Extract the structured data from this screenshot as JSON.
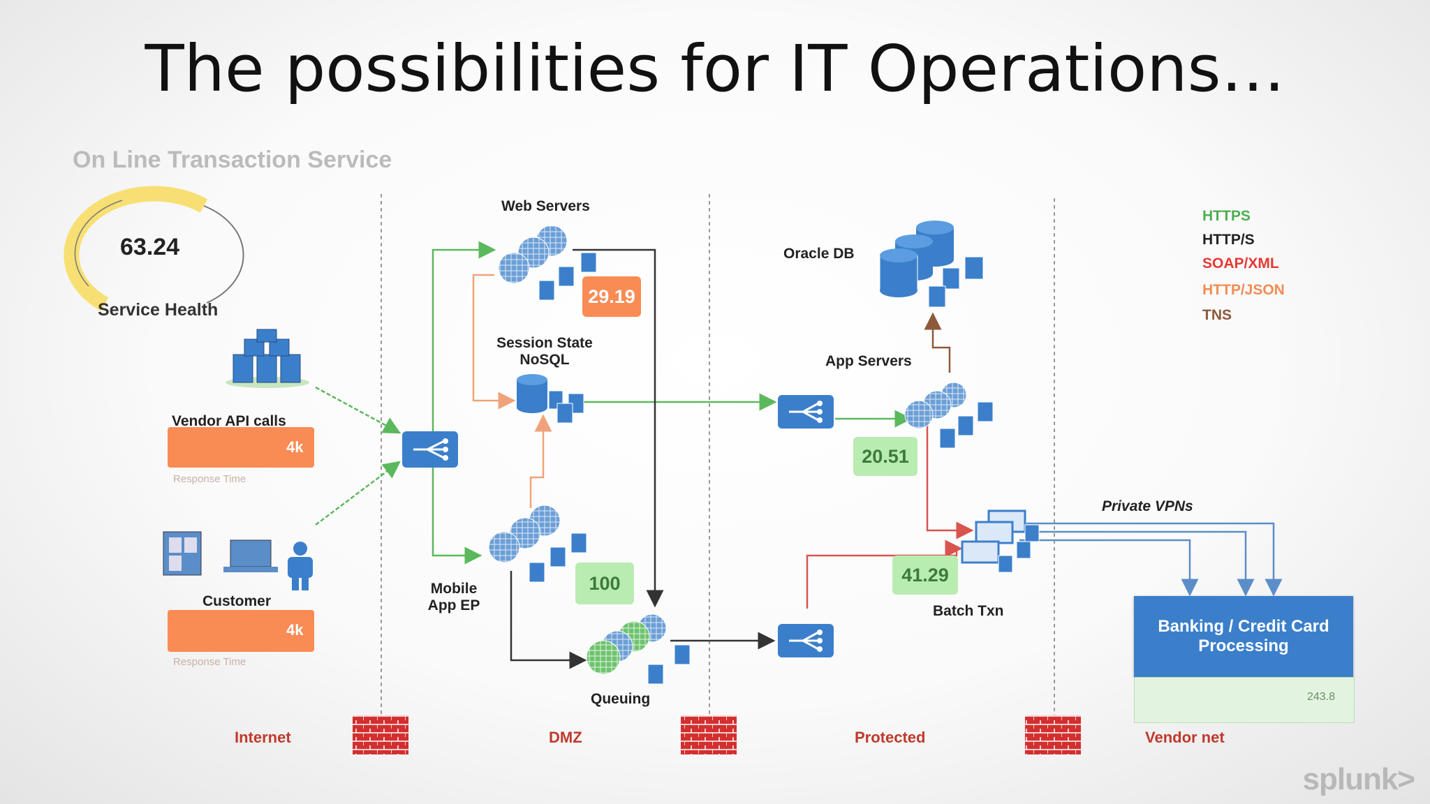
{
  "slide": {
    "title": "The possibilities for IT Operations…"
  },
  "service": {
    "title": "On Line Transaction Service",
    "health_value": "63.24",
    "health_label": "Service Health"
  },
  "nodes": {
    "web_servers": "Web Servers",
    "session_state": "Session State\nNoSQL",
    "oracle_db": "Oracle DB",
    "app_servers": "App Servers",
    "mobile_app_ep": "Mobile\nApp EP",
    "queuing": "Queuing",
    "batch_txn": "Batch Txn",
    "private_vpns": "Private VPNs",
    "banking": "Banking / Credit Card\nProcessing",
    "vendor_api": "Vendor API calls",
    "customer": "Customer"
  },
  "metrics": {
    "web_servers": "29.19",
    "app_servers": "20.51",
    "mobile": "100",
    "batch": "41.29",
    "vendor_net_spark": "243.8"
  },
  "sparklines": {
    "vendor_api": {
      "value": "4k",
      "caption": "Response Time"
    },
    "customer": {
      "value": "4k",
      "caption": "Response Time"
    }
  },
  "legend": [
    {
      "label": "HTTPS",
      "color": "#4caf50"
    },
    {
      "label": "HTTP/S",
      "color": "#222222"
    },
    {
      "label": "SOAP/XML",
      "color": "#e53935"
    },
    {
      "label": "HTTP/JSON",
      "color": "#f28c55"
    },
    {
      "label": "TNS",
      "color": "#8d5a3b"
    }
  ],
  "zones": [
    "Internet",
    "DMZ",
    "Protected",
    "Vendor net"
  ],
  "brand": "splunk>",
  "colors": {
    "https": "#5cb85c",
    "http": "#333333",
    "soap": "#d9534f",
    "json": "#f0a37a",
    "tns": "#8d5a3b",
    "node_blue": "#3b7fcb",
    "metric_orange": "#f98b55",
    "metric_green": "#b9ecb1",
    "gauge_yellow": "#f7df73",
    "firewall": "#d32f2f"
  }
}
